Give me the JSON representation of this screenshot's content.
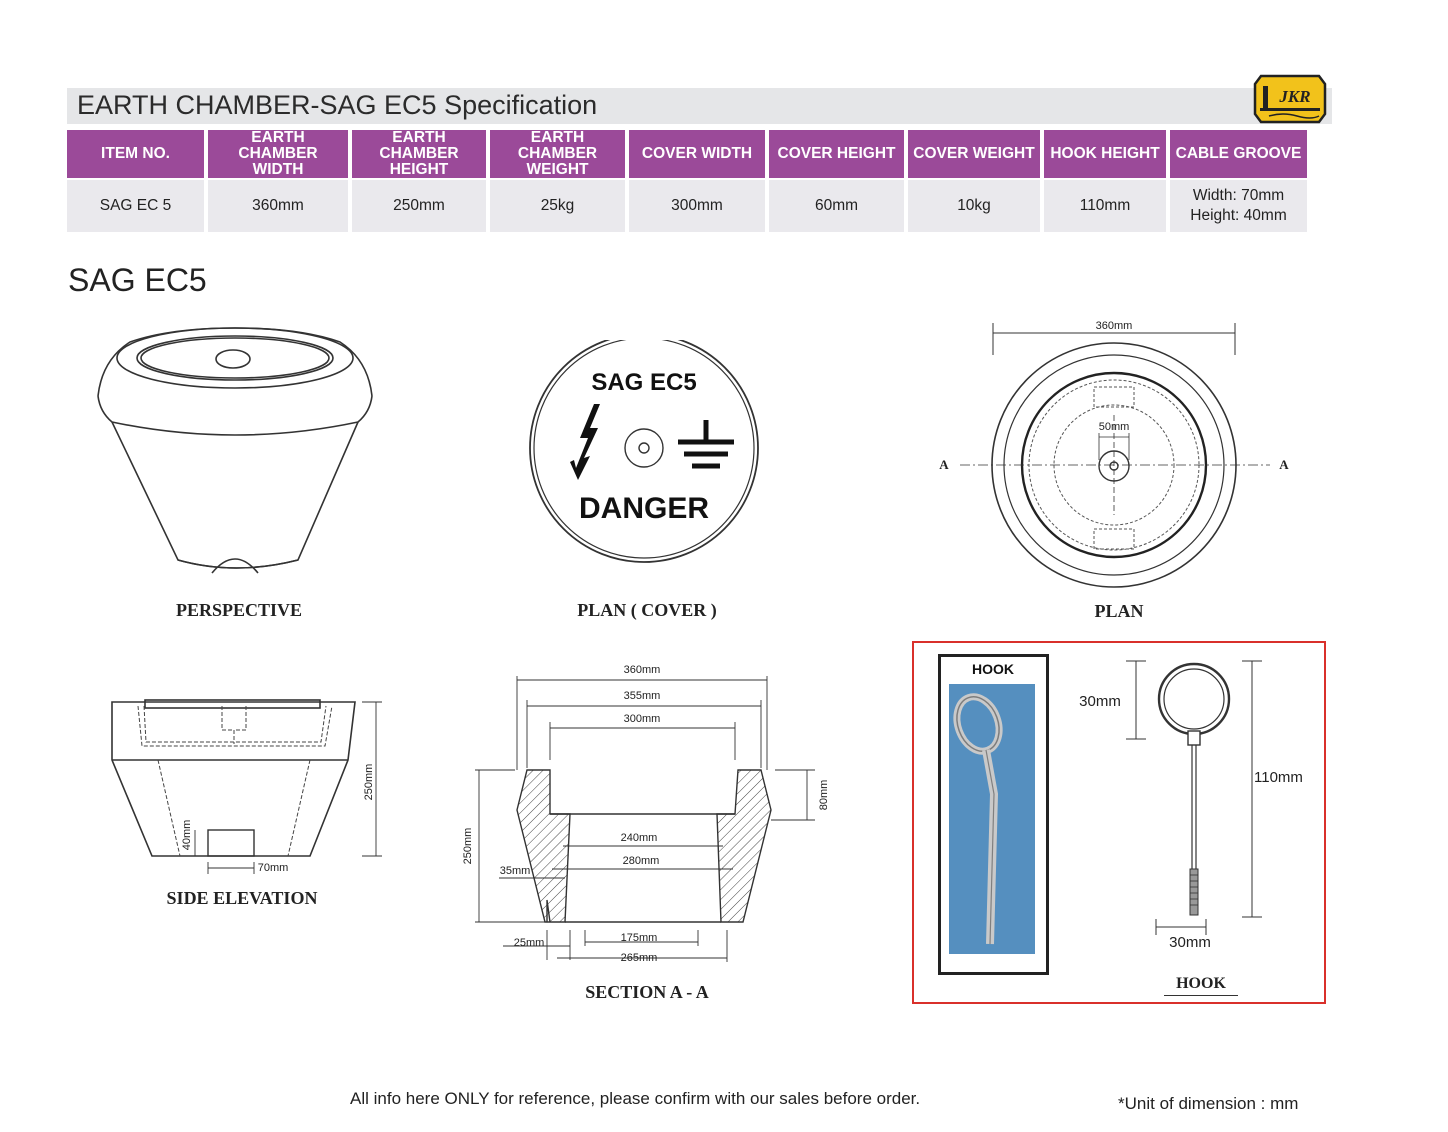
{
  "header": {
    "title": "EARTH CHAMBER-SAG EC5 Specification",
    "logo_text": "JKR"
  },
  "spec_table": {
    "columns": [
      "ITEM NO.",
      "EARTH CHAMBER\nWIDTH",
      "EARTH CHAMBER\nHEIGHT",
      "EARTH CHAMBER\nWEIGHT",
      "COVER WIDTH",
      "COVER HEIGHT",
      "COVER WEIGHT",
      "HOOK HEIGHT",
      "CABLE GROOVE"
    ],
    "row": [
      "SAG EC 5",
      "360mm",
      "250mm",
      "25kg",
      "300mm",
      "60mm",
      "10kg",
      "110mm",
      "Width: 70mm\nHeight: 40mm"
    ]
  },
  "section_title": "SAG EC5",
  "captions": {
    "perspective": "PERSPECTIVE",
    "plan_cover": "PLAN ( COVER )",
    "plan": "PLAN",
    "side_elevation": "SIDE ELEVATION",
    "section": "SECTION A - A",
    "hook": "HOOK"
  },
  "cover": {
    "label_top": "SAG EC5",
    "label_bottom": "DANGER"
  },
  "plan_dims": {
    "width": "360mm",
    "hole": "50mm",
    "section_marker": "A"
  },
  "side_dims": {
    "height": "250mm",
    "groove_height": "40mm",
    "groove_width": "70mm"
  },
  "section_dims": {
    "d360": "360mm",
    "d355": "355mm",
    "d300": "300mm",
    "d80": "80mm",
    "d250": "250mm",
    "d240": "240mm",
    "d280": "280mm",
    "d35": "35mm",
    "d25": "25mm",
    "d175": "175mm",
    "d265": "265mm"
  },
  "hook_panel": {
    "photo_label": "HOOK",
    "ring_dim": "30mm",
    "height_dim": "110mm",
    "width_dim": "30mm"
  },
  "footer": {
    "note": "All info here ONLY for reference, please confirm with our sales  before order.",
    "unit": "*Unit of dimension : mm"
  }
}
